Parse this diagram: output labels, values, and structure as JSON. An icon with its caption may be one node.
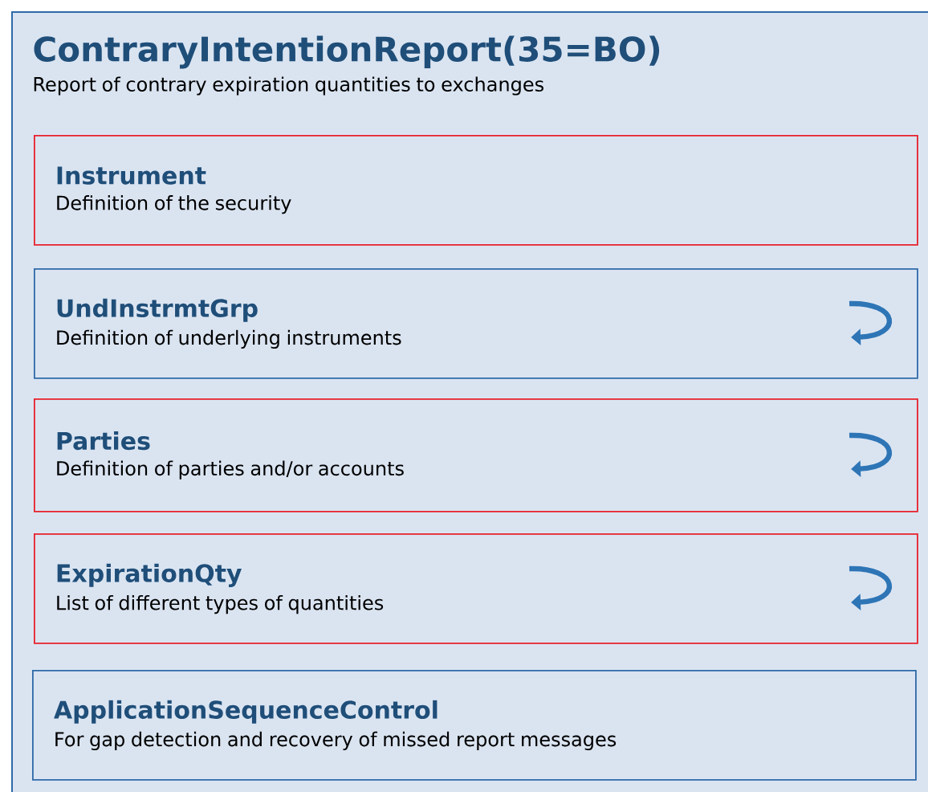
{
  "diagram": {
    "nodes": [
      {
        "text": [
          "ContraryIntentionReport(35=BO)",
          "Report of contrary expiration quantities to exchanges"
        ]
      },
      {
        "text": [
          "Instrument",
          "Definition of the security"
        ],
        "in": 0
      },
      {
        "text": [
          "UndInstrmtGrp",
          "Definition of underlying instruments"
        ],
        "in": 0
      },
      {
        "text": [
          "Parties",
          "Definition of parties and/or accounts"
        ],
        "in": 0
      },
      {
        "text": [
          "ExpirationQty",
          "List of different types of quantities"
        ],
        "in": 0
      },
      {
        "text": [
          "ApplicationSequenceControl",
          "For gap detection and recovery of missed report messages"
        ],
        "in": 0
      }
    ]
  }
}
